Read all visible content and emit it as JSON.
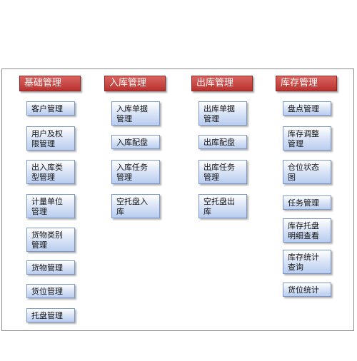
{
  "columns": [
    {
      "title": "基础管理",
      "items": [
        "客户管理",
        "用户及权\n限管理",
        "出入库类\n型管理",
        "计量单位\n管理",
        "货物类别\n管理",
        "货物管理",
        "货位管理",
        "托盘管理"
      ]
    },
    {
      "title": "入库管理",
      "items": [
        "入库单据\n管理",
        "入库配盘",
        "入库任务\n管理",
        "空托盘入\n库"
      ]
    },
    {
      "title": "出库管理",
      "items": [
        "出库单据\n管理",
        "出库配盘",
        "出库任务\n管理",
        "空托盘出\n库"
      ]
    },
    {
      "title": "库存管理",
      "items": [
        "盘点管理",
        "库存调整\n管理",
        "仓位状态\n图",
        "任务管理",
        "库存托盘\n明细查看",
        "库存统计\n查询",
        "货位统计"
      ]
    }
  ],
  "colors": {
    "header_fill": "#c0413d",
    "header_text": "#ffffff",
    "item_fill": "#c9d8f2",
    "item_border": "#7d98c8",
    "frame_border": "#8c8c8c"
  }
}
